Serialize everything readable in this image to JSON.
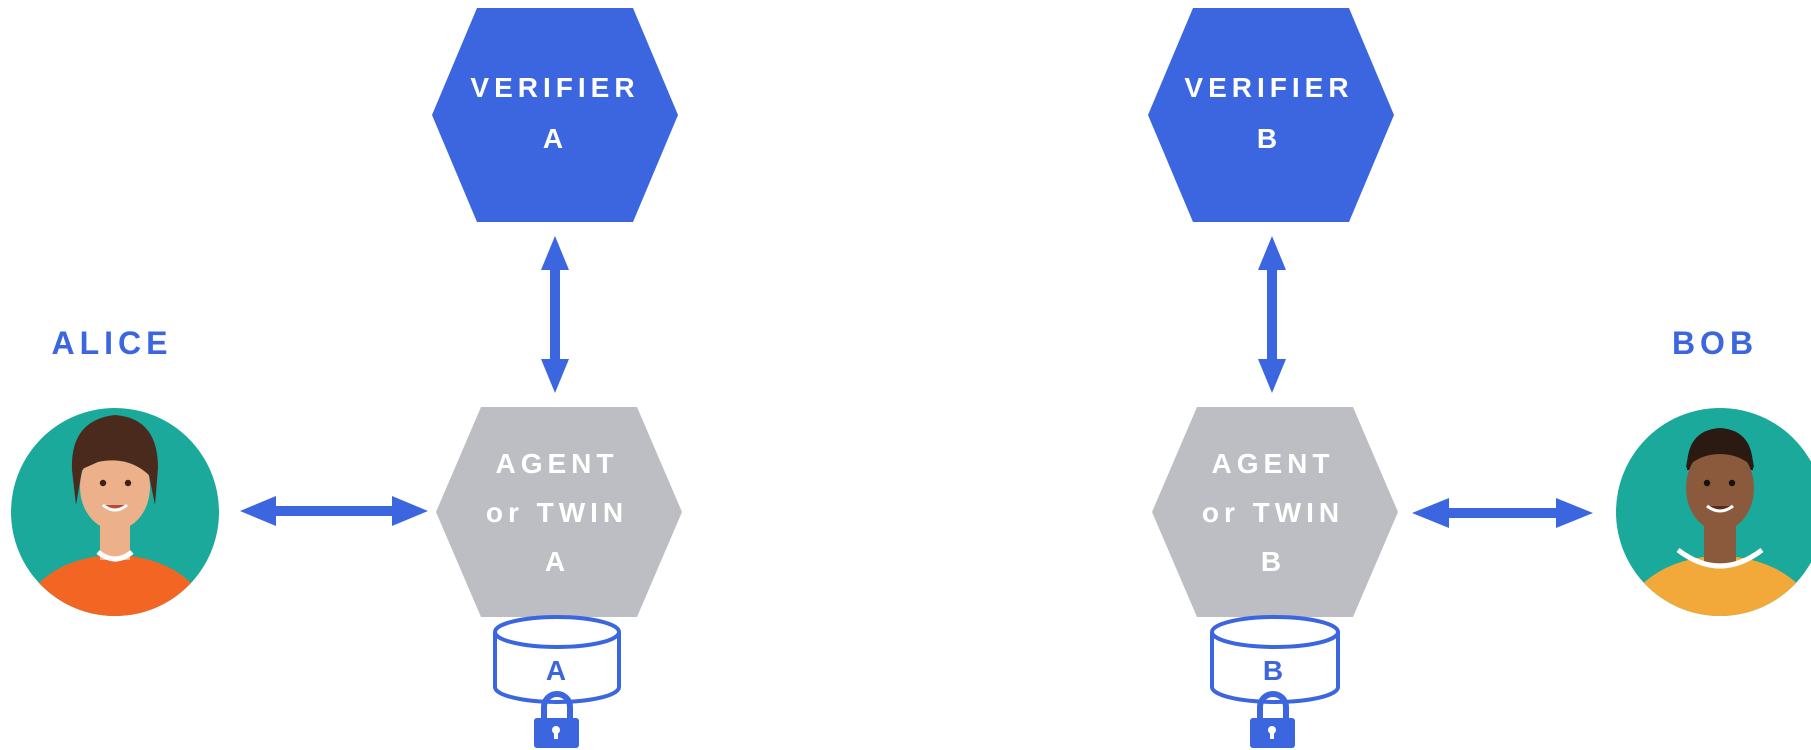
{
  "people": {
    "alice": {
      "name": "ALICE",
      "skin": "#ecb08a",
      "hair": "#4a2a1c",
      "shirt": "#f26522"
    },
    "bob": {
      "name": "BOB",
      "skin": "#8b5a3c",
      "hair": "#2a1a12",
      "shirt": "#f2a93a"
    }
  },
  "verifiers": {
    "a": {
      "line1": "VERIFIER",
      "line2": "A"
    },
    "b": {
      "line1": "VERIFIER",
      "line2": "B"
    }
  },
  "agents": {
    "a": {
      "line1": "AGENT",
      "line2": "or TWIN",
      "line3": "A"
    },
    "b": {
      "line1": "AGENT",
      "line2": "or TWIN",
      "line3": "B"
    }
  },
  "stores": {
    "a": {
      "label": "A",
      "icon": "database-icon",
      "lock_icon": "lock-icon"
    },
    "b": {
      "label": "B",
      "icon": "database-icon",
      "lock_icon": "lock-icon"
    }
  },
  "colors": {
    "blue": "#3b66e0",
    "gray": "#bcbec4",
    "teal": "#1aa99a",
    "white": "#ffffff"
  }
}
